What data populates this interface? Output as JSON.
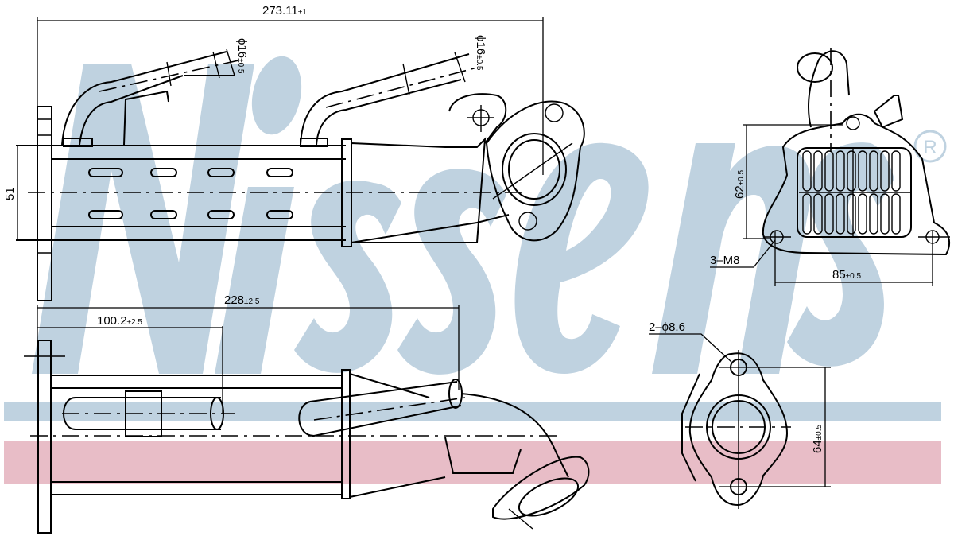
{
  "watermark": {
    "text": "Nissens",
    "registered_mark": "®",
    "color": "#BFD2E0",
    "band_blue_color": "#BFD2E0",
    "band_pink_color": "#E8BDC7"
  },
  "top_view": {
    "overall_length": {
      "value": "273.11",
      "tol": "±1"
    },
    "height": {
      "value": "51"
    },
    "pipe_left_diameter": {
      "value": "ϕ16",
      "tol": "±0.5"
    },
    "pipe_right_diameter": {
      "value": "ϕ16",
      "tol": "±0.5"
    }
  },
  "end_view": {
    "height": {
      "value": "62",
      "tol": "±0.5"
    },
    "width": {
      "value": "85",
      "tol": "±0.5"
    },
    "thread_callout": "3–M8"
  },
  "side_view": {
    "length_outer": {
      "value": "228",
      "tol": "±2.5"
    },
    "length_inner": {
      "value": "100.2",
      "tol": "±2.5"
    }
  },
  "flange_view": {
    "hole_callout": "2–ϕ8.6",
    "height": {
      "value": "64",
      "tol": "±0.5"
    }
  }
}
